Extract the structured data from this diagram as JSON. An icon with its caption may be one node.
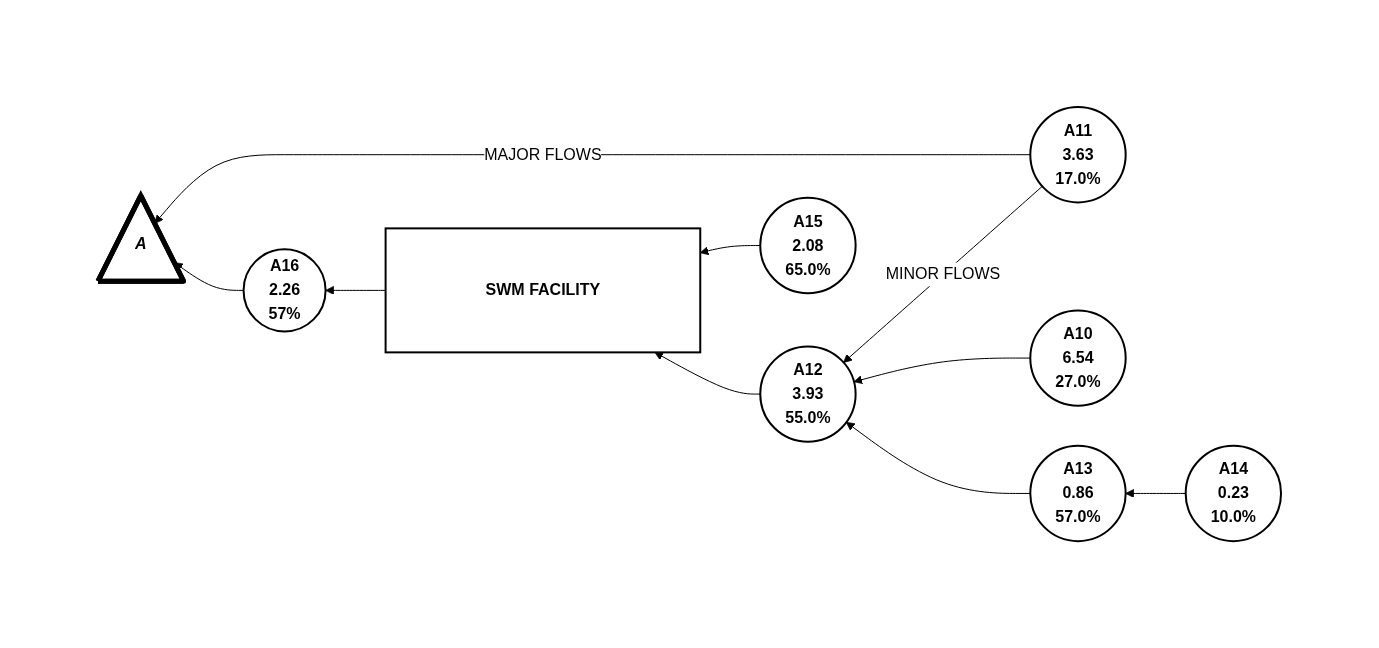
{
  "diagram": {
    "nodes": [
      {
        "text": [
          "A"
        ]
      },
      {
        "text": [
          "A16",
          "2.26",
          "57%"
        ]
      },
      {
        "text": [
          "SWM FACILITY"
        ]
      },
      {
        "text": [
          "A12",
          "3.93",
          "55.0%"
        ]
      },
      {
        "text": [
          "A15",
          "2.08",
          "65.0%"
        ]
      },
      {
        "text": [
          "A11",
          "3.63",
          "17.0%"
        ]
      },
      {
        "text": [
          "A10",
          "6.54",
          "27.0%"
        ]
      },
      {
        "text": [
          "A13",
          "0.86",
          "57.0%"
        ]
      },
      {
        "text": [
          "A14",
          "0.23",
          "10.0%"
        ]
      }
    ],
    "edges": [
      {
        "from": 5,
        "to": 0,
        "arrow": "to",
        "label": "MAJOR FLOWS"
      },
      {
        "from": 5,
        "to": 3,
        "arrow": "to",
        "label": "MINOR FLOWS"
      },
      {
        "from": 4,
        "to": 2,
        "arrow": "to"
      },
      {
        "from": 3,
        "to": 2,
        "arrow": "to"
      },
      {
        "from": 6,
        "to": 3,
        "arrow": "to"
      },
      {
        "from": 8,
        "to": 7,
        "arrow": "to"
      },
      {
        "from": 7,
        "to": 3,
        "arrow": "to"
      },
      {
        "from": 2,
        "to": 1,
        "arrow": "to"
      },
      {
        "from": 1,
        "to": 0,
        "arrow": "to"
      }
    ]
  }
}
